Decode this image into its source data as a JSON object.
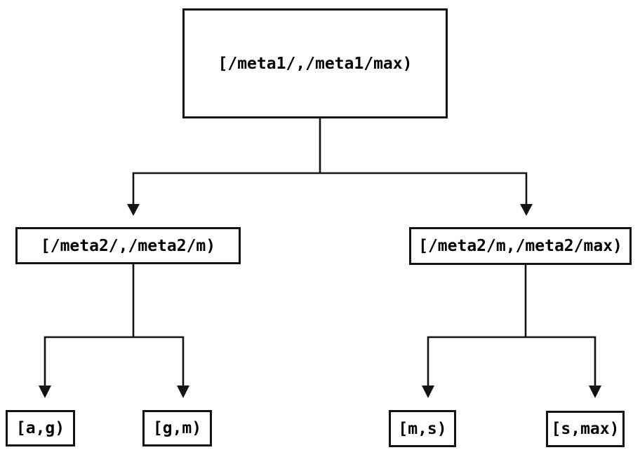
{
  "diagram": {
    "type": "tree",
    "background_color": "#ffffff",
    "line_color": "#131313",
    "text_color": "#000000",
    "nodes": {
      "root": {
        "label": "[/meta1/,/meta1/max)"
      },
      "left": {
        "label": "[/meta2/,/meta2/m)"
      },
      "right": {
        "label": "[/meta2/m,/meta2/max)"
      },
      "leaf_ag": {
        "label": "[a,g)"
      },
      "leaf_gm": {
        "label": "[g,m)"
      },
      "leaf_ms": {
        "label": "[m,s)"
      },
      "leaf_smax": {
        "label": "[s,max)"
      }
    },
    "edges": [
      {
        "from": "root",
        "to": "left"
      },
      {
        "from": "root",
        "to": "right"
      },
      {
        "from": "left",
        "to": "leaf_ag"
      },
      {
        "from": "left",
        "to": "leaf_gm"
      },
      {
        "from": "right",
        "to": "leaf_ms"
      },
      {
        "from": "right",
        "to": "leaf_smax"
      }
    ]
  }
}
